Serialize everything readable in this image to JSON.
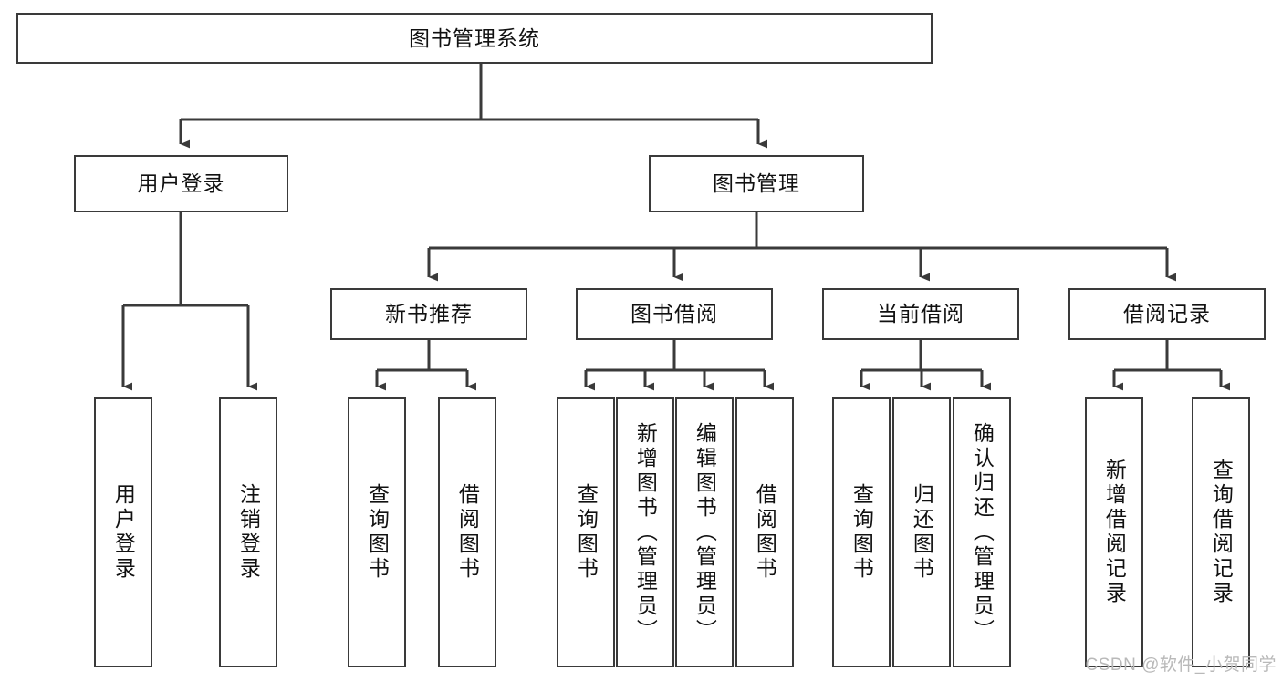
{
  "diagram": {
    "title": "图书管理系统",
    "root": {
      "label": "图书管理系统"
    },
    "level2": [
      {
        "label": "用户登录"
      },
      {
        "label": "图书管理"
      }
    ],
    "level3": [
      {
        "label": "新书推荐"
      },
      {
        "label": "图书借阅"
      },
      {
        "label": "当前借阅"
      },
      {
        "label": "借阅记录"
      }
    ],
    "leaves": {
      "user_login": [
        {
          "label": "用户登录"
        },
        {
          "label": "注销登录"
        }
      ],
      "new_book_recommend": [
        {
          "label": "查询图书"
        },
        {
          "label": "借阅图书"
        }
      ],
      "book_borrow": [
        {
          "label": "查询图书"
        },
        {
          "label": "新增图书（管理员）"
        },
        {
          "label": "编辑图书（管理员）"
        },
        {
          "label": "借阅图书"
        }
      ],
      "current_borrow": [
        {
          "label": "查询图书"
        },
        {
          "label": "归还图书"
        },
        {
          "label": "确认归还（管理员）"
        }
      ],
      "borrow_record": [
        {
          "label": "新增借阅记录"
        },
        {
          "label": "查询借阅记录"
        }
      ]
    }
  },
  "watermark": {
    "text": "CSDN @软件_小贺同学"
  },
  "colors": {
    "stroke": "#3a3a3a",
    "background": "#ffffff",
    "text": "#111111",
    "watermark": "#b9b9b9"
  }
}
